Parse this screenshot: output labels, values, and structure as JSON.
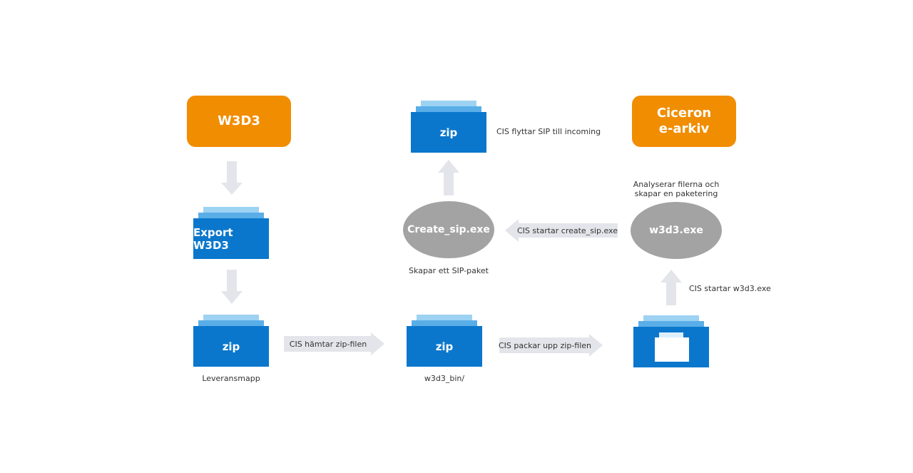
{
  "colors": {
    "orange": "#f18d00",
    "folder_blue": "#0a77cc",
    "folder_light": "#5aaee8",
    "folder_lighter": "#9dd2f3",
    "ellipse_gray": "#a3a3a3",
    "arrow_gray": "#e3e5ea"
  },
  "nodes": {
    "w3d3": {
      "label": "W3D3"
    },
    "ciceron": {
      "line1": "Ciceron",
      "line2": "e-arkiv"
    },
    "export_folder": {
      "label": "Export W3D3"
    },
    "zip_leverans": {
      "label": "zip",
      "caption": "Leveransmapp"
    },
    "zip_bin": {
      "label": "zip",
      "caption": "w3d3_bin/"
    },
    "zip_incoming": {
      "label": "zip",
      "caption": "CIS flyttar SIP till incoming"
    },
    "unpacked_folder": {
      "icon": "document-folder-icon"
    },
    "create_sip": {
      "label": "Create_sip.exe",
      "caption": "Skapar ett SIP-paket"
    },
    "w3d3_exe": {
      "label": "w3d3.exe",
      "caption_line1": "Analyserar filerna och",
      "caption_line2": "skapar en paketering"
    }
  },
  "arrows": {
    "hamtar": "CIS hämtar zip-filen",
    "packar": "CIS packar upp zip-filen",
    "startar_w3d3": "CIS startar w3d3.exe",
    "startar_create_sip": "CIS startar create_sip.exe"
  }
}
